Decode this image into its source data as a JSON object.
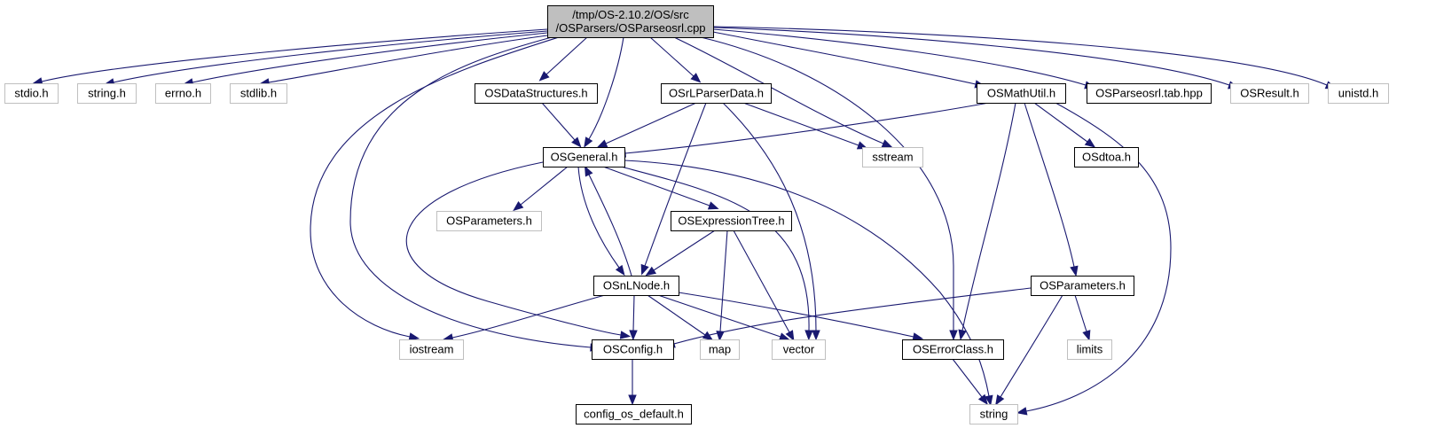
{
  "diagram": {
    "type": "include-dependency-graph",
    "colors": {
      "edge": "#191970",
      "root_fill": "#bfbfbf",
      "missing_border": "#bfbfbf",
      "node_border": "#000000"
    },
    "nodes": {
      "osparseosrl_cpp": {
        "lines": [
          "/tmp/OS-2.10.2/OS/src",
          "/OSParsers/OSParseosrl.cpp"
        ],
        "kind": "root"
      },
      "stdio_h": {
        "label": "stdio.h",
        "kind": "missing"
      },
      "string_h": {
        "label": "string.h",
        "kind": "missing"
      },
      "errno_h": {
        "label": "errno.h",
        "kind": "missing"
      },
      "stdlib_h": {
        "label": "stdlib.h",
        "kind": "missing"
      },
      "osdatastructures_h": {
        "label": "OSDataStructures.h",
        "kind": "file"
      },
      "osrlparserdata_h": {
        "label": "OSrLParserData.h",
        "kind": "file"
      },
      "osmathutil_h": {
        "label": "OSMathUtil.h",
        "kind": "file"
      },
      "osparseosrl_tab_hpp": {
        "label": "OSParseosrl.tab.hpp",
        "kind": "file"
      },
      "osresult_h": {
        "label": "OSResult.h",
        "kind": "missing"
      },
      "unistd_h": {
        "label": "unistd.h",
        "kind": "missing"
      },
      "osgeneral_h": {
        "label": "OSGeneral.h",
        "kind": "file"
      },
      "sstream": {
        "label": "sstream",
        "kind": "missing"
      },
      "osdtoa_h": {
        "label": "OSdtoa.h",
        "kind": "file"
      },
      "osparameters_h_missing": {
        "label": "OSParameters.h",
        "kind": "missing"
      },
      "osexpressiontree_h": {
        "label": "OSExpressionTree.h",
        "kind": "file"
      },
      "osnlnode_h": {
        "label": "OSnLNode.h",
        "kind": "file"
      },
      "osparameters_h": {
        "label": "OSParameters.h",
        "kind": "file"
      },
      "iostream": {
        "label": "iostream",
        "kind": "missing"
      },
      "osconfig_h": {
        "label": "OSConfig.h",
        "kind": "file"
      },
      "map": {
        "label": "map",
        "kind": "missing"
      },
      "vector": {
        "label": "vector",
        "kind": "missing"
      },
      "oserrorclass_h": {
        "label": "OSErrorClass.h",
        "kind": "file"
      },
      "limits": {
        "label": "limits",
        "kind": "missing"
      },
      "config_os_default_h": {
        "label": "config_os_default.h",
        "kind": "file"
      },
      "string": {
        "label": "string",
        "kind": "missing"
      }
    },
    "edges": [
      [
        "osparseosrl_cpp",
        "stdio_h"
      ],
      [
        "osparseosrl_cpp",
        "string_h"
      ],
      [
        "osparseosrl_cpp",
        "errno_h"
      ],
      [
        "osparseosrl_cpp",
        "stdlib_h"
      ],
      [
        "osparseosrl_cpp",
        "osdatastructures_h"
      ],
      [
        "osparseosrl_cpp",
        "osrlparserdata_h"
      ],
      [
        "osparseosrl_cpp",
        "osmathutil_h"
      ],
      [
        "osparseosrl_cpp",
        "osparseosrl_tab_hpp"
      ],
      [
        "osparseosrl_cpp",
        "osresult_h"
      ],
      [
        "osparseosrl_cpp",
        "unistd_h"
      ],
      [
        "osparseosrl_cpp",
        "osgeneral_h"
      ],
      [
        "osparseosrl_cpp",
        "sstream"
      ],
      [
        "osparseosrl_cpp",
        "iostream"
      ],
      [
        "osparseosrl_cpp",
        "osconfig_h"
      ],
      [
        "osparseosrl_cpp",
        "oserrorclass_h"
      ],
      [
        "osdatastructures_h",
        "osgeneral_h"
      ],
      [
        "osrlparserdata_h",
        "osgeneral_h"
      ],
      [
        "osrlparserdata_h",
        "sstream"
      ],
      [
        "osrlparserdata_h",
        "osnlnode_h"
      ],
      [
        "osrlparserdata_h",
        "vector"
      ],
      [
        "osmathutil_h",
        "osgeneral_h"
      ],
      [
        "osmathutil_h",
        "osdtoa_h"
      ],
      [
        "osmathutil_h",
        "osparameters_h"
      ],
      [
        "osmathutil_h",
        "oserrorclass_h"
      ],
      [
        "osmathutil_h",
        "string"
      ],
      [
        "osgeneral_h",
        "osparameters_h_missing"
      ],
      [
        "osgeneral_h",
        "osexpressiontree_h"
      ],
      [
        "osgeneral_h",
        "osnlnode_h"
      ],
      [
        "osgeneral_h",
        "osconfig_h"
      ],
      [
        "osgeneral_h",
        "vector"
      ],
      [
        "osgeneral_h",
        "string"
      ],
      [
        "osexpressiontree_h",
        "osnlnode_h"
      ],
      [
        "osexpressiontree_h",
        "map"
      ],
      [
        "osexpressiontree_h",
        "vector"
      ],
      [
        "osnlnode_h",
        "osgeneral_h"
      ],
      [
        "osnlnode_h",
        "iostream"
      ],
      [
        "osnlnode_h",
        "osconfig_h"
      ],
      [
        "osnlnode_h",
        "map"
      ],
      [
        "osnlnode_h",
        "vector"
      ],
      [
        "osnlnode_h",
        "oserrorclass_h"
      ],
      [
        "osparameters_h",
        "osconfig_h"
      ],
      [
        "osparameters_h",
        "limits"
      ],
      [
        "osparameters_h",
        "string"
      ],
      [
        "osconfig_h",
        "config_os_default_h"
      ],
      [
        "oserrorclass_h",
        "string"
      ]
    ]
  }
}
